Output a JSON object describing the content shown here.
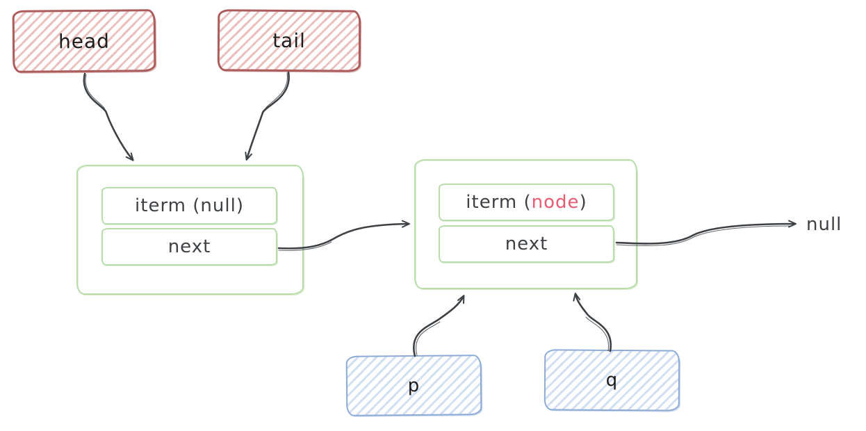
{
  "pointers": {
    "head": {
      "label": "head"
    },
    "tail": {
      "label": "tail"
    },
    "p": {
      "label": "p"
    },
    "q": {
      "label": "q"
    }
  },
  "nodes": {
    "first": {
      "item_field": "iterm (null)",
      "next_field": "next"
    },
    "second": {
      "item_prefix": "iterm (",
      "item_highlight": "node",
      "item_suffix": ")",
      "next_field": "next"
    }
  },
  "terminator": {
    "label": "null"
  },
  "colors": {
    "pointer_red_border": "#ad5c5c",
    "pointer_red_hatch": "#ecbfbf",
    "node_green_border": "#b9dcab",
    "pointer_blue_border": "#8caad6",
    "pointer_blue_hatch": "#d2def2",
    "arrow_stroke": "#3d4145",
    "text_dark": "#1d1d1d",
    "text_gray": "#3d4145",
    "highlight_pink": "#ec5a72"
  }
}
